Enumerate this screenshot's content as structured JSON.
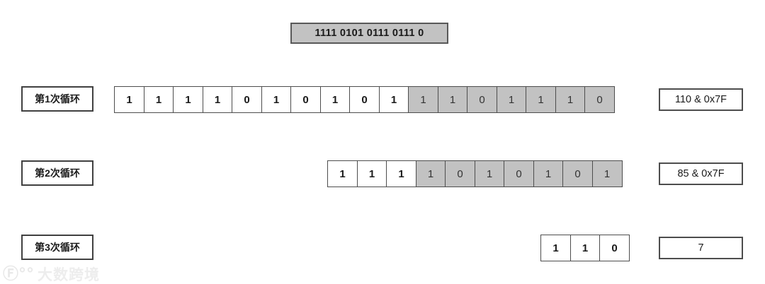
{
  "header": {
    "binary_string": "1111 0101 0111 0111 0"
  },
  "colors": {
    "masked_fill": "#c2c2c2",
    "cell_border": "#4d4d4d",
    "label_border": "#404040",
    "text": "#1a1a1a",
    "background": "#ffffff",
    "watermark": "#c4c4c4"
  },
  "rows": [
    {
      "label": "第1次循环",
      "bits": [
        {
          "value": "1",
          "masked": false
        },
        {
          "value": "1",
          "masked": false
        },
        {
          "value": "1",
          "masked": false
        },
        {
          "value": "1",
          "masked": false
        },
        {
          "value": "0",
          "masked": false
        },
        {
          "value": "1",
          "masked": false
        },
        {
          "value": "0",
          "masked": false
        },
        {
          "value": "1",
          "masked": false
        },
        {
          "value": "0",
          "masked": false
        },
        {
          "value": "1",
          "masked": false
        },
        {
          "value": "1",
          "masked": true
        },
        {
          "value": "1",
          "masked": true
        },
        {
          "value": "0",
          "masked": true
        },
        {
          "value": "1",
          "masked": true
        },
        {
          "value": "1",
          "masked": true
        },
        {
          "value": "1",
          "masked": true
        },
        {
          "value": "0",
          "masked": true
        }
      ],
      "result": "110 & 0x7F"
    },
    {
      "label": "第2次循环",
      "bits": [
        {
          "value": "1",
          "masked": false
        },
        {
          "value": "1",
          "masked": false
        },
        {
          "value": "1",
          "masked": false
        },
        {
          "value": "1",
          "masked": true
        },
        {
          "value": "0",
          "masked": true
        },
        {
          "value": "1",
          "masked": true
        },
        {
          "value": "0",
          "masked": true
        },
        {
          "value": "1",
          "masked": true
        },
        {
          "value": "0",
          "masked": true
        },
        {
          "value": "1",
          "masked": true
        }
      ],
      "result": "85 & 0x7F"
    },
    {
      "label": "第3次循环",
      "bits": [
        {
          "value": "1",
          "masked": false
        },
        {
          "value": "1",
          "masked": false
        },
        {
          "value": "0",
          "masked": false
        }
      ],
      "result": "7"
    }
  ],
  "watermark": {
    "mark": "Ⓕ°°",
    "text": "大数跨境"
  }
}
